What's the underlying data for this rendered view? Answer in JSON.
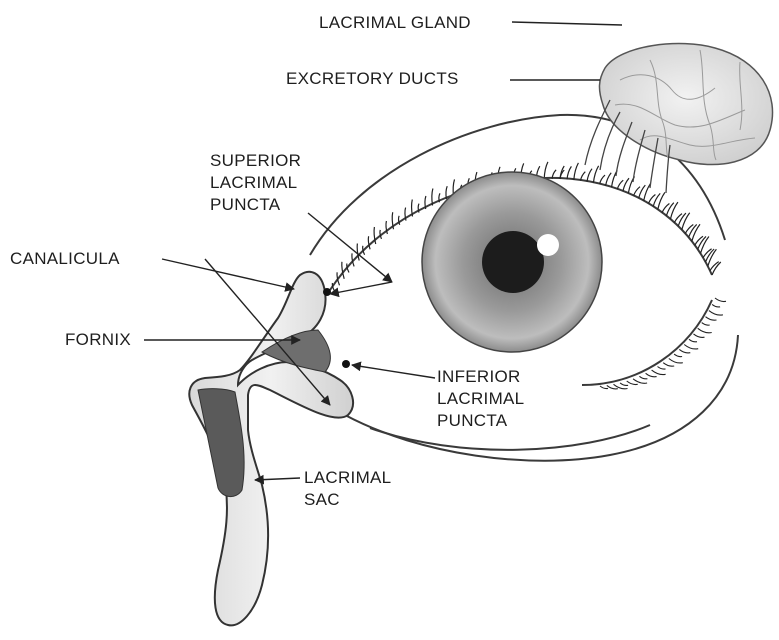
{
  "labels": {
    "lacrimal_gland": "LACRIMAL GLAND",
    "excretory_ducts": "EXCRETORY DUCTS",
    "superior_lacrimal_puncta": [
      "SUPERIOR",
      "LACRIMAL",
      "PUNCTA"
    ],
    "canalicula": "CANALICULA",
    "fornix": "FORNIX",
    "inferior_lacrimal_puncta": [
      "INFERIOR",
      "LACRIMAL",
      "PUNCTA"
    ],
    "lacrimal_sac": [
      "LACRIMAL",
      "SAC"
    ]
  }
}
